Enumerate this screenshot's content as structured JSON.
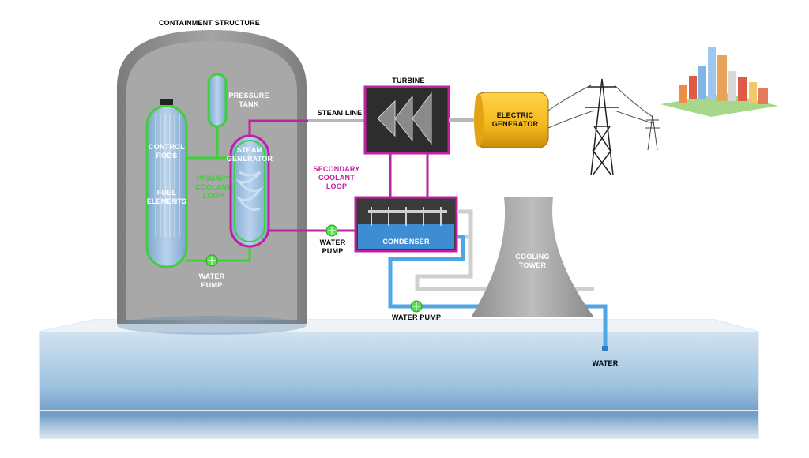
{
  "labels": {
    "containment": "CONTAINMENT STRUCTURE",
    "pressure_tank_1": "PRESSURE",
    "pressure_tank_2": "TANK",
    "control_rods_1": "CONTROL",
    "control_rods_2": "RODS",
    "fuel_elements_1": "FUEL",
    "fuel_elements_2": "ELEMENTS",
    "primary_loop_1": "PRIMARY",
    "primary_loop_2": "COOLANT",
    "primary_loop_3": "LOOP",
    "steam_generator_1": "STEAM",
    "steam_generator_2": "GENERATOR",
    "primary_pump_1": "WATER",
    "primary_pump_2": "PUMP",
    "steam_line": "STEAM LINE",
    "turbine": "TURBINE",
    "electric_generator_1": "ELECTRIC",
    "electric_generator_2": "GENERATOR",
    "secondary_loop_1": "SECONDARY",
    "secondary_loop_2": "COOLANT",
    "secondary_loop_3": "LOOP",
    "secondary_pump_1": "WATER",
    "secondary_pump_2": "PUMP",
    "condenser": "CONDENSER",
    "cooling_tower_1": "COOLING",
    "cooling_tower_2": "TOWER",
    "cooling_pump": "WATER PUMP",
    "water": "WATER"
  },
  "colors": {
    "primary_loop": "#3fcf3a",
    "secondary_loop": "#c21fa3",
    "cooling_water": "#4fa6e6",
    "concrete": "#8d8d8d",
    "generator": "#f4b81c",
    "water_body": "#9fc3e0"
  },
  "icons": [
    "pump-icon",
    "transmission-tower-icon",
    "city-icon",
    "turbine-icon"
  ]
}
